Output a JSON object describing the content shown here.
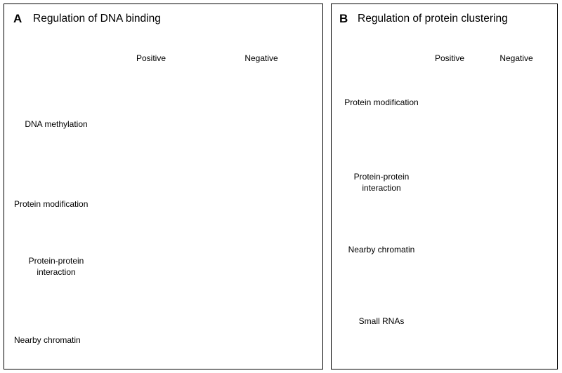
{
  "panel_a": {
    "letter": "A",
    "title": "Regulation of DNA binding",
    "col_positive": "Positive",
    "col_negative": "Negative",
    "rows": [
      "DNA methylation",
      "Protein modification",
      "Protein-protein",
      "interaction",
      "Nearby chromatin"
    ]
  },
  "panel_b": {
    "letter": "B",
    "title": "Regulation of protein clustering",
    "col_positive": "Positive",
    "col_negative": "Negative",
    "rows": [
      "Protein modification",
      "Protein-protein",
      "interaction",
      "Nearby chromatin",
      "Small RNAs"
    ]
  },
  "colors": {
    "dna": "#f5e400",
    "protein": "#1f3a9a",
    "green": "#2e9a4a",
    "red": "#d51f1f",
    "border": "#000000"
  }
}
